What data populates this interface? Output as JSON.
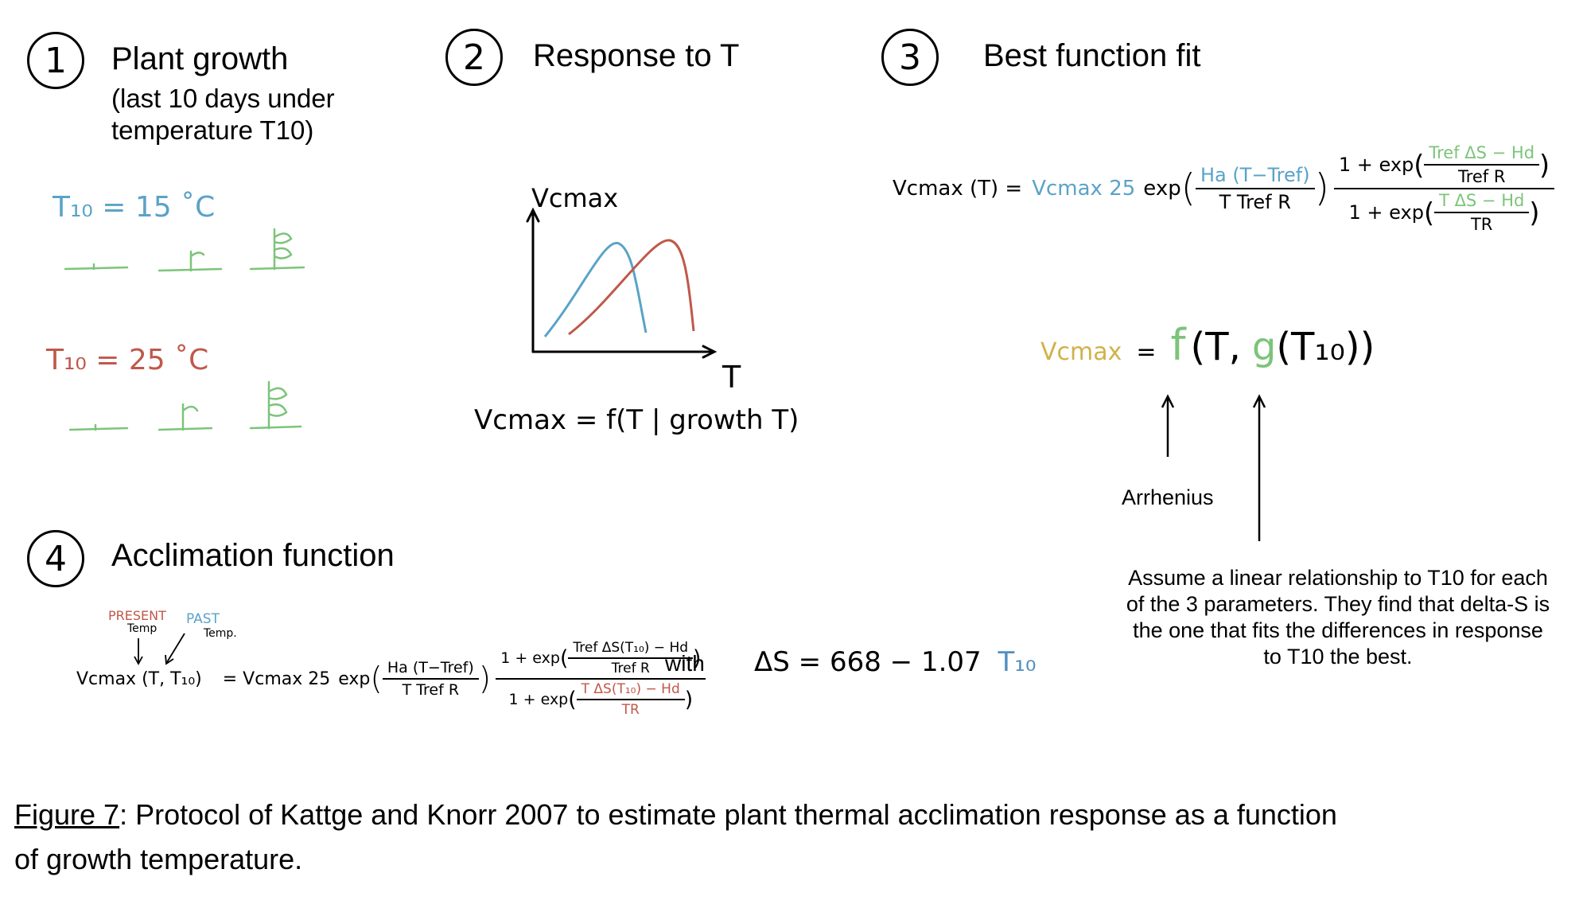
{
  "panel1": {
    "number": "1",
    "title": "Plant growth",
    "subtitle_line1": "(last 10 days under",
    "subtitle_line2": "temperature T10)",
    "t10_cold": "T₁₀ = 15 ˚C",
    "t10_warm": "T₁₀ = 25 ˚C"
  },
  "panel2": {
    "number": "2",
    "title": "Response to T",
    "y_axis_label": "Vcmax",
    "x_axis_label": "T",
    "equation": "Vcmax = f(T | growth T)"
  },
  "panel3": {
    "number": "3",
    "title": "Best function fit",
    "lhs": "Vcmax (T) =",
    "coef": "Vcmax 25",
    "exp": "exp",
    "arr_num": "Ha (T−Tref)",
    "arr_den": "T Tref R",
    "top_num_prefix": "1 + exp",
    "top_inner_num": "Tref ΔS − Hd",
    "top_inner_den": "Tref R",
    "bot_den_prefix": "1 + exp",
    "bot_inner_num": "T ΔS − Hd",
    "bot_inner_den": "TR",
    "f_lhs": "Vcmax",
    "f_eq": "=",
    "f_f": "f",
    "f_open": "(T,",
    "f_g": "g",
    "f_inner": "(T₁₀))",
    "arrhenius": "Arrhenius",
    "assumption_line1": "Assume a linear relationship to T10 for each",
    "assumption_line2": "of the 3 parameters. They find that delta-S is",
    "assumption_line3": "the one that fits the differences in response",
    "assumption_line4": "to T10 the best."
  },
  "panel4": {
    "number": "4",
    "title": "Acclimation function",
    "present_label": "PRESENT",
    "present_temp": "Temp",
    "past_label": "PAST",
    "past_temp": "Temp.",
    "lhs": "Vcmax (T, T₁₀)",
    "eq": "= Vcmax 25",
    "exp": "exp",
    "arr_num": "Ha (T−Tref)",
    "arr_den": "T Tref R",
    "top_num_prefix": "1 + exp",
    "top_inner_num": "Tref ΔS(T₁₀) − Hd",
    "top_inner_den": "Tref R",
    "bot_den_prefix": "1 + exp",
    "bot_inner_num": "T ΔS(T₁₀) − Hd",
    "bot_inner_den": "TR",
    "with": "with",
    "delta_s_eq": "ΔS = 668 − 1.07",
    "delta_s_t10": "T₁₀"
  },
  "caption": {
    "figure_label": "Figure 7",
    "text": ": Protocol of Kattge and Knorr 2007 to estimate plant thermal acclimation response as a function",
    "text_line2": "of growth temperature."
  },
  "colors": {
    "cold": "#5aa3c7",
    "warm": "#c0584a",
    "growth": "#7cc47a",
    "blue_ink": "#4f8fc0"
  }
}
